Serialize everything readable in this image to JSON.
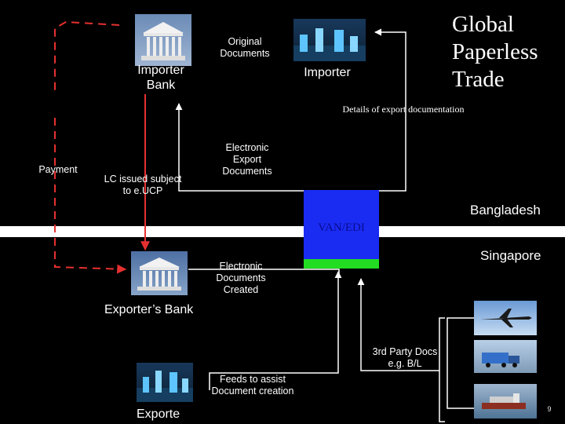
{
  "diagram": {
    "title": "Global Paperless Trade",
    "title_lines": [
      "Global",
      "Paperless",
      "Trade"
    ],
    "nodes": {
      "importer_bank": "Importer Bank",
      "importer": "Importer",
      "exporters_bank": "Exporter’s Bank",
      "exporter": "Exporte",
      "van_edi": "VAN/EDI"
    },
    "regions": {
      "top": "Bangladesh",
      "bottom": "Singapore"
    },
    "flows": {
      "original_documents": "Original Documents",
      "details_export": "Details of export documentation",
      "electronic_export": "Electronic Export Documents",
      "lc_issued": "LC issued subject to e.UCP",
      "payment": "Payment",
      "electronic_created": "Electronic Documents Created",
      "third_party": "3rd Party Docs e.g. B/L",
      "feeds": "Feeds to assist Document creation"
    },
    "page_number": "9"
  },
  "colors": {
    "background": "#000000",
    "separator": "#ffffff",
    "van_box": "#1a2cf2",
    "van_bar": "#22dd22",
    "payment_line": "#e53030",
    "connector": "#ffffff",
    "label_text": "#ffffff",
    "van_text": "#0b0b90"
  },
  "icons": {
    "bank": "bank-building-icon",
    "port": "port-cranes-icon",
    "plane": "airplane-icon",
    "truck": "truck-icon",
    "ship": "cargo-ship-icon"
  }
}
